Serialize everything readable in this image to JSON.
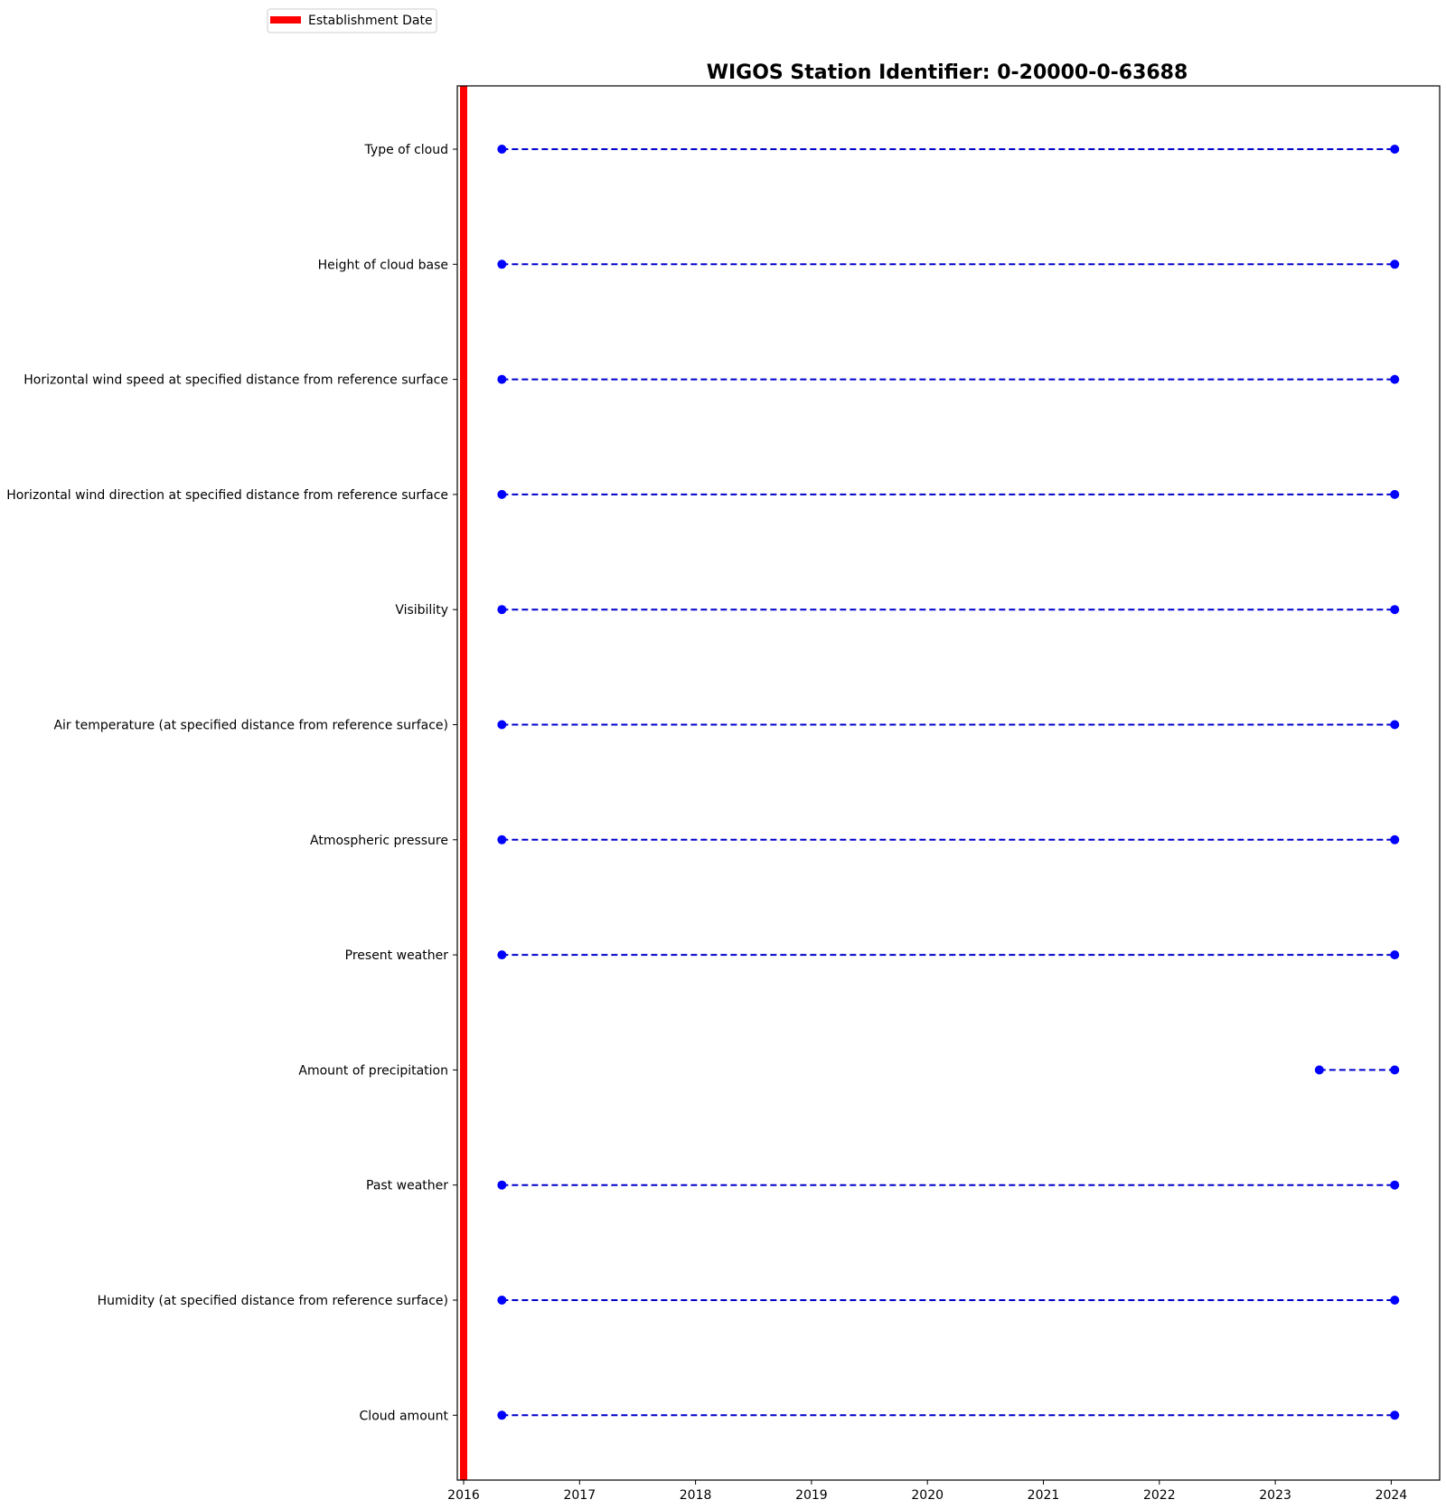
{
  "chart_data": {
    "type": "timeline",
    "title": "WIGOS Station Identifier: 0-20000-0-63688",
    "xlabel": "",
    "ylabel": "",
    "x_ticks": [
      "2016",
      "2017",
      "2018",
      "2019",
      "2020",
      "2021",
      "2022",
      "2023",
      "2024"
    ],
    "xlim": [
      2015.95,
      2024.42
    ],
    "legend": {
      "placement": "top-left",
      "entries": [
        {
          "label": "Establishment Date",
          "color": "#ff0000"
        }
      ]
    },
    "establishment_date": 2016.0,
    "series": [
      {
        "name": "Type of cloud",
        "start": 2016.33,
        "end": 2024.03
      },
      {
        "name": "Height of cloud base",
        "start": 2016.33,
        "end": 2024.03
      },
      {
        "name": "Horizontal wind speed at specified distance from reference surface",
        "start": 2016.33,
        "end": 2024.03
      },
      {
        "name": "Horizontal wind direction at specified distance from reference surface",
        "start": 2016.33,
        "end": 2024.03
      },
      {
        "name": "Visibility",
        "start": 2016.33,
        "end": 2024.03
      },
      {
        "name": "Air temperature (at specified distance from reference surface)",
        "start": 2016.33,
        "end": 2024.03
      },
      {
        "name": "Atmospheric pressure",
        "start": 2016.33,
        "end": 2024.03
      },
      {
        "name": "Present weather",
        "start": 2016.33,
        "end": 2024.03
      },
      {
        "name": "Amount of precipitation",
        "start": 2023.38,
        "end": 2024.03
      },
      {
        "name": "Past weather",
        "start": 2016.33,
        "end": 2024.03
      },
      {
        "name": "Humidity  (at specified distance from reference surface)",
        "start": 2016.33,
        "end": 2024.03
      },
      {
        "name": "Cloud amount",
        "start": 2016.33,
        "end": 2024.03
      }
    ],
    "colors": {
      "series_line": "#0000cc",
      "series_marker": "#0000ff",
      "establishment": "#ff0000",
      "axes": "#000000"
    },
    "grid": false
  }
}
